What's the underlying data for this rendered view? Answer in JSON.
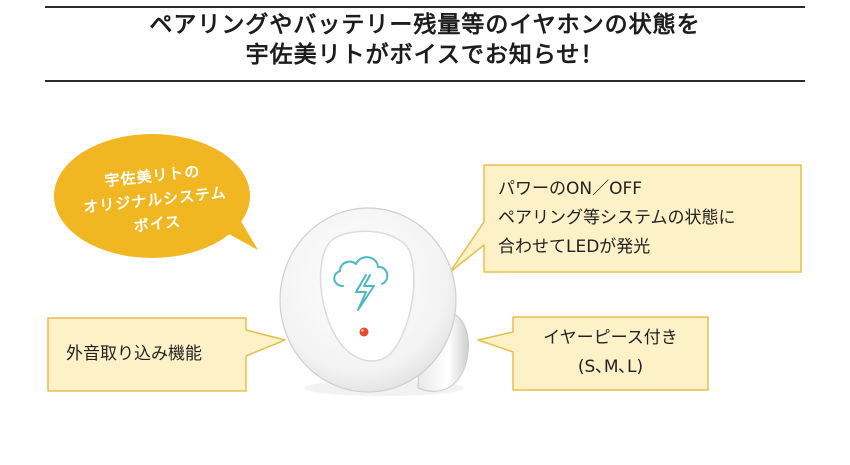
{
  "header": {
    "line1": "ペアリングやバッテリー残量等のイヤホンの状態を",
    "line2": "宇佐美リトがボイスでお知らせ！"
  },
  "bubble": {
    "line1": "宇佐美リトの",
    "line2": "オリジナルシステム",
    "line3": "ボイス",
    "color": "#f0b722"
  },
  "callouts": {
    "led": {
      "line1": "パワーのON／OFF",
      "line2": "ペアリング等システムの状態に",
      "line3": "合わせてLEDが発光"
    },
    "mic": {
      "label": "外音取り込み機能"
    },
    "eartip": {
      "line1": "イヤーピース付き",
      "line2": "(S､M､L)"
    },
    "fill_color": "#fdf1c8",
    "border_color": "#e8bd4a"
  },
  "earbud": {
    "icon": "cloud-lightning-icon",
    "led_color": "#e84a2f",
    "accent_color": "#4cb8c4"
  }
}
